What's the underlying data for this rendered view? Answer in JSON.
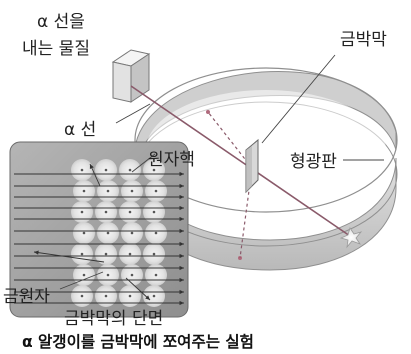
{
  "labels": {
    "source_line1": "α 선을",
    "source_line2": "내는 물질",
    "alpha_ray": "α 선",
    "gold_foil": "금박막",
    "screen": "형광판",
    "nucleus": "원자핵",
    "gold_atom": "금원자",
    "foil_section": "금박막의 단면"
  },
  "caption": "α 알갱이를 금박막에 쪼여주는 실험",
  "colors": {
    "ring": "#d2d2d2",
    "inset": "#9e9e9e",
    "ray": "#8a5a6a",
    "flash": "#ffffff"
  }
}
